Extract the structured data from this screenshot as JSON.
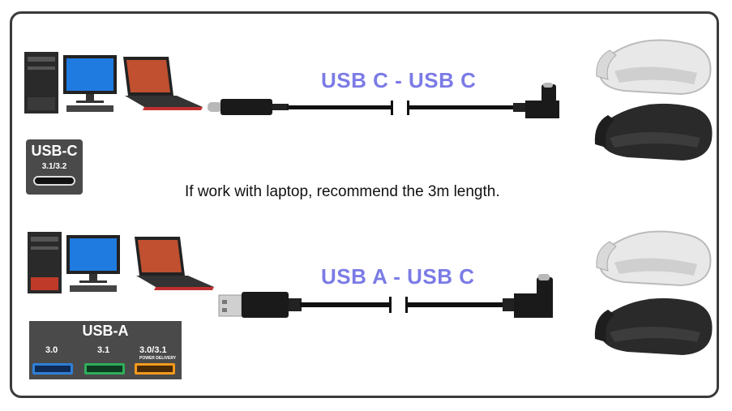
{
  "top_connection": {
    "label": "USB C - USB C"
  },
  "bottom_connection": {
    "label": "USB A - USB C"
  },
  "note": "If work with laptop, recommend the 3m length.",
  "usb_c_badge": {
    "title": "USB-C",
    "version": "3.1/3.2"
  },
  "usb_a_badge": {
    "title": "USB-A",
    "ports": [
      {
        "label": "3.0",
        "color": "#2f7fd6"
      },
      {
        "label": "3.1",
        "color": "#2fae5a"
      },
      {
        "label": "3.0/3.1",
        "sub": "POWER DELIVERY",
        "color": "#f39a1c"
      }
    ]
  },
  "icons": [
    "desktop-computer-icon",
    "laptop-icon",
    "usb-c-plug-icon",
    "usb-a-plug-icon",
    "vr-headset-icon"
  ]
}
